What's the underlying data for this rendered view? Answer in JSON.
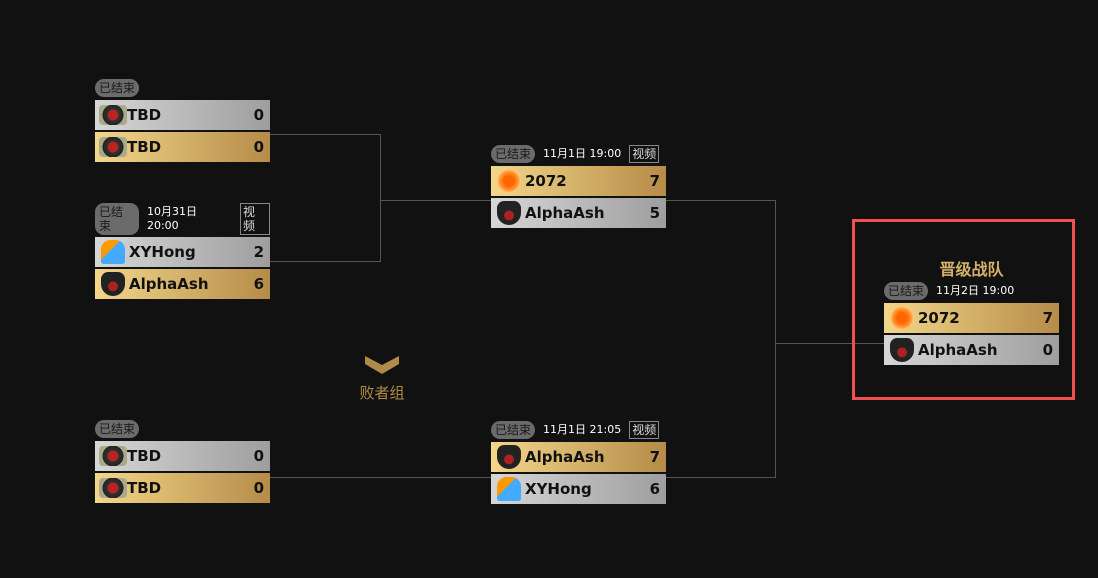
{
  "status_label": "已结束",
  "video_label": "视频",
  "losers_label": "败者组",
  "final_title": "晋级战队",
  "matches": [
    {
      "time": "",
      "teams": [
        {
          "name": "TBD",
          "score": "0",
          "logo": "tbd-logo"
        },
        {
          "name": "TBD",
          "score": "0",
          "logo": "tbd-logo"
        }
      ]
    },
    {
      "time": "10月31日 20:00",
      "teams": [
        {
          "name": "XYHong",
          "score": "2",
          "logo": "xyhong-logo"
        },
        {
          "name": "AlphaAsh",
          "score": "6",
          "logo": "wolf-logo"
        }
      ]
    },
    {
      "time": "11月1日 19:00",
      "teams": [
        {
          "name": "2072",
          "score": "7",
          "logo": "2072-logo"
        },
        {
          "name": "AlphaAsh",
          "score": "5",
          "logo": "wolf-logo"
        }
      ]
    },
    {
      "time": "",
      "teams": [
        {
          "name": "TBD",
          "score": "0",
          "logo": "tbd-logo"
        },
        {
          "name": "TBD",
          "score": "0",
          "logo": "tbd-logo"
        }
      ]
    },
    {
      "time": "11月1日 21:05",
      "teams": [
        {
          "name": "AlphaAsh",
          "score": "7",
          "logo": "wolf-logo"
        },
        {
          "name": "XYHong",
          "score": "6",
          "logo": "xyhong-logo"
        }
      ]
    },
    {
      "time": "11月2日 19:00",
      "teams": [
        {
          "name": "2072",
          "score": "7",
          "logo": "2072-logo"
        },
        {
          "name": "AlphaAsh",
          "score": "0",
          "logo": "wolf-logo"
        }
      ]
    }
  ],
  "colors": {
    "gold": "#d4b06a",
    "highlight": "#f05050",
    "bg": "#111111"
  }
}
